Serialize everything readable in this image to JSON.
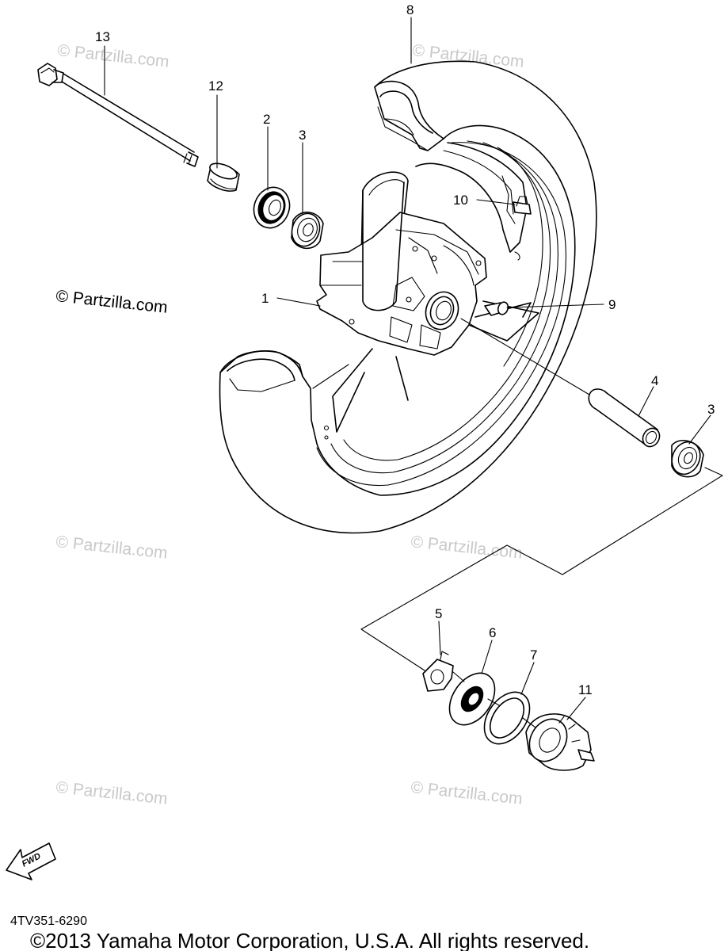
{
  "diagram": {
    "callouts": {
      "c1": "1",
      "c2": "2",
      "c3a": "3",
      "c3b": "3",
      "c4": "4",
      "c5": "5",
      "c6": "6",
      "c7": "7",
      "c8": "8",
      "c9": "9",
      "c10": "10",
      "c11": "11",
      "c12": "12",
      "c13": "13"
    },
    "watermarks": {
      "main": "© Partzilla.com",
      "faint": "© Partzilla.com"
    },
    "fwd_label": "FWD",
    "diagram_code": "4TV351-6290",
    "copyright": "©2013 Yamaha Motor Corporation, U.S.A. All rights reserved."
  }
}
